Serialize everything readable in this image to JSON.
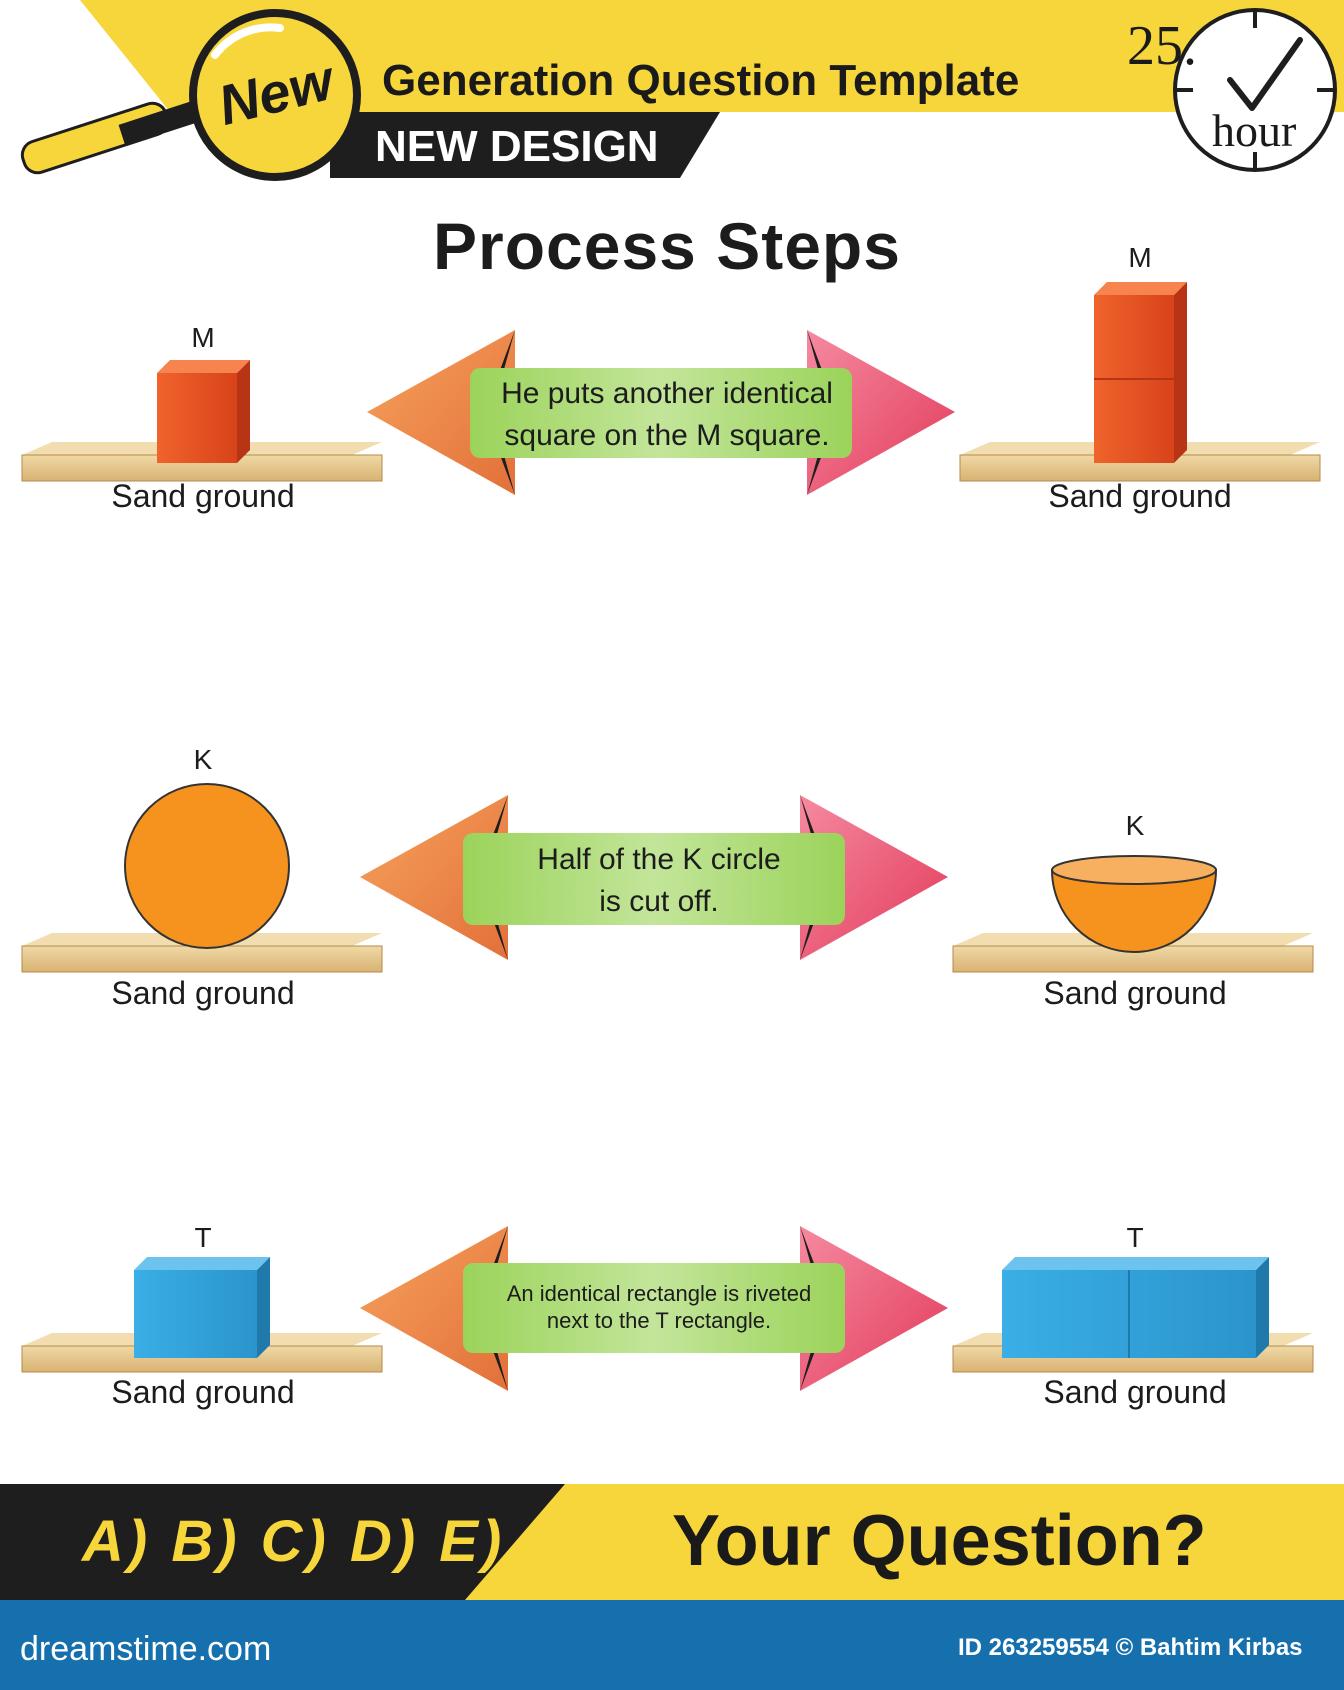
{
  "header": {
    "badge": "New",
    "title": "Generation Question Template",
    "subtitle": "NEW DESIGN",
    "clock_number": "25.",
    "clock_unit": "hour"
  },
  "title": "Process Steps",
  "rows": [
    {
      "left_label": "M",
      "left_ground": "Sand ground",
      "arrow_text_1": "He puts another identical",
      "arrow_text_2": "square on the M square.",
      "right_label": "M",
      "right_ground": "Sand ground"
    },
    {
      "left_label": "K",
      "left_ground": "Sand ground",
      "arrow_text_1": "Half of the K circle",
      "arrow_text_2": "is cut off.",
      "right_label": "K",
      "right_ground": "Sand ground"
    },
    {
      "left_label": "T",
      "left_ground": "Sand ground",
      "arrow_text_1": "An identical rectangle is riveted",
      "arrow_text_2": "next to the T rectangle.",
      "right_label": "T",
      "right_ground": "Sand ground"
    }
  ],
  "answer_bar": {
    "options": "A) B) C) D) E)",
    "question": "Your Question?"
  },
  "footer": {
    "logo": "dreamstime.com",
    "credit": "ID 263259554 © Bahtim Kirbas"
  },
  "colors": {
    "yellow": "#f7d63c",
    "dark": "#1e1e1e",
    "footer_blue": "#1570ad",
    "orange_block": "#e24d1f",
    "orange_circle": "#f5931e",
    "blue_block": "#2e9fd9",
    "arrow_green": "#a6d76a",
    "arrow_orange": "#ef8a4a",
    "arrow_pink": "#ef5c77",
    "sand": "#e8c98a"
  }
}
